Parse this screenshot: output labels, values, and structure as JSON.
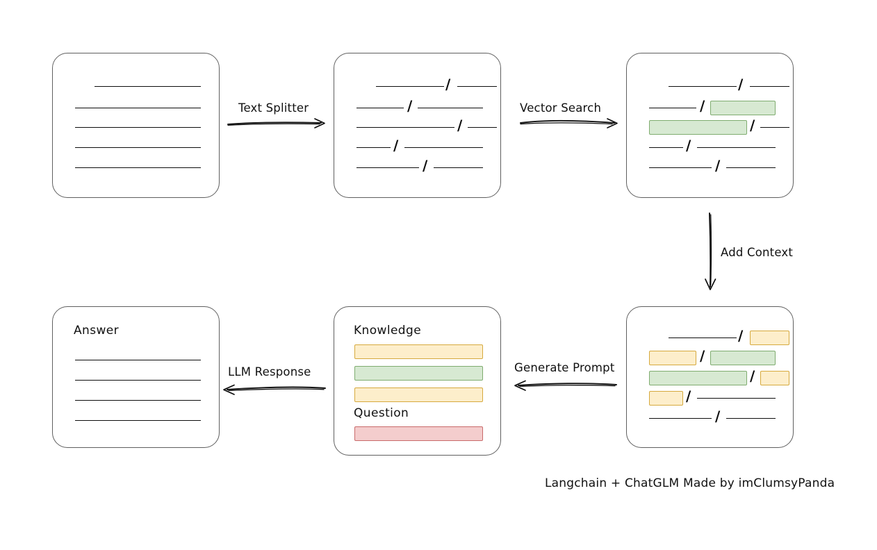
{
  "diagram": {
    "caption": "Langchain + ChatGLM Made by imClumsyPanda",
    "slash_glyph": "/",
    "colors": {
      "green_fill": "#d7e9d2",
      "green_border": "#7fac6f",
      "yellow_fill": "#fdeecb",
      "yellow_border": "#d6a93d",
      "red_fill": "#f4cdcd",
      "red_border": "#c96a6a",
      "card_border": "#5f5f5f",
      "ink": "#0d0d0d"
    },
    "nodes": {
      "source_document": {
        "title": "",
        "lines": [
          {
            "indent": true
          },
          {
            "indent": false
          },
          {
            "indent": false
          },
          {
            "indent": false
          },
          {
            "indent": false
          }
        ]
      },
      "split_document": {
        "title": "",
        "lines": [
          {
            "left": "plain",
            "right": "plain"
          },
          {
            "left": "plain",
            "right": "plain"
          },
          {
            "left": "plain",
            "right": "plain"
          },
          {
            "left": "plain",
            "right": "plain"
          },
          {
            "left": "plain",
            "right": "plain"
          }
        ]
      },
      "vector_matched_document": {
        "title": "",
        "lines": [
          {
            "left": "plain",
            "right": "plain"
          },
          {
            "left": "plain",
            "right": "green"
          },
          {
            "left": "green",
            "right": "plain"
          },
          {
            "left": "plain",
            "right": "plain"
          },
          {
            "left": "plain",
            "right": "plain"
          }
        ]
      },
      "context_document": {
        "title": "",
        "lines": [
          {
            "left": "plain",
            "right": "yellow"
          },
          {
            "left": "yellow",
            "right": "green"
          },
          {
            "left": "green",
            "right": "yellow"
          },
          {
            "left": "yellow",
            "right": "plain"
          },
          {
            "left": "plain",
            "right": "plain"
          }
        ]
      },
      "prompt": {
        "knowledge_label": "Knowledge",
        "question_label": "Question",
        "knowledge_bars": [
          "yellow",
          "green",
          "yellow"
        ],
        "question_bars": [
          "red"
        ]
      },
      "answer": {
        "title": "Answer",
        "line_count": 4
      }
    },
    "edges": [
      {
        "label": "Text Splitter",
        "direction": "right"
      },
      {
        "label": "Vector Search",
        "direction": "right"
      },
      {
        "label": "Add Context",
        "direction": "down"
      },
      {
        "label": "Generate Prompt",
        "direction": "left"
      },
      {
        "label": "LLM Response",
        "direction": "left"
      }
    ]
  }
}
